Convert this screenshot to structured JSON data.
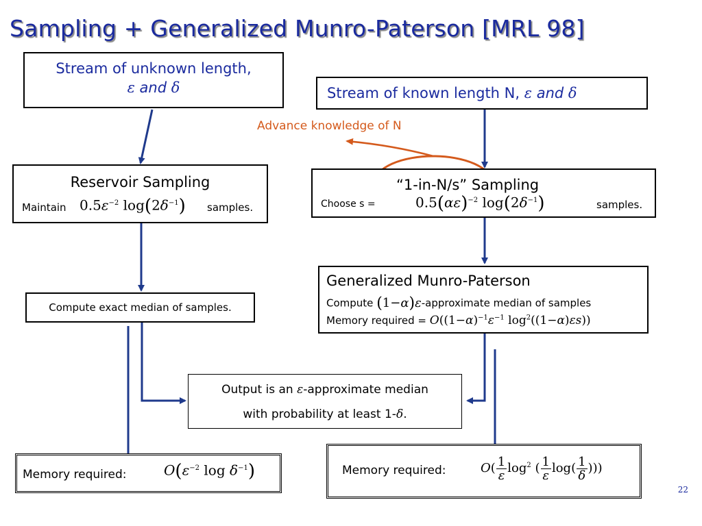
{
  "title": "Sampling + Generalized Munro-Paterson [MRL 98]",
  "left": {
    "stream_text": "Stream of unknown length,",
    "epsilon": "ε",
    "and": "and",
    "delta": "δ",
    "reservoir_title": "Reservoir Sampling",
    "maintain": "Maintain",
    "maintain_formula": "0.5ε⁻² log(2δ⁻¹)",
    "samples": "samples.",
    "compute_text": "Compute exact median of samples.",
    "memory_label": "Memory required:",
    "memory_formula": "O(ε⁻² log δ⁻¹)"
  },
  "right": {
    "stream_text": "Stream of known length N,",
    "advance_text": "Advance knowledge of N",
    "sampling_quoted": "“1-in-N/s”",
    "sampling_word": "Sampling",
    "choose": "Choose  s =",
    "choose_formula": "0.5(αε)⁻² log(2δ⁻¹)",
    "samples": "samples.",
    "gmp_title": "Generalized Munro-Paterson",
    "compute_prefix": "Compute",
    "compute_formula": "(1−α)ε",
    "compute_suffix": "-approximate median of samples",
    "memory_prefix": "Memory required =",
    "memory_formula": "O((1−α)⁻¹ε⁻¹ log²((1−α)εs))",
    "memory_label": "Memory required:",
    "memory_final_formula": "O(1/ε log²(1/ε log(1/δ)))"
  },
  "output": {
    "line1_prefix": "Output is an",
    "line1_suffix": "-approximate median",
    "line2_prefix": "with probability at least 1-",
    "line2_suffix": "."
  },
  "colors": {
    "title": "#1a2a9e",
    "arrow": "#1f3a8c",
    "orange": "#d45a1c"
  },
  "page_number": "22"
}
